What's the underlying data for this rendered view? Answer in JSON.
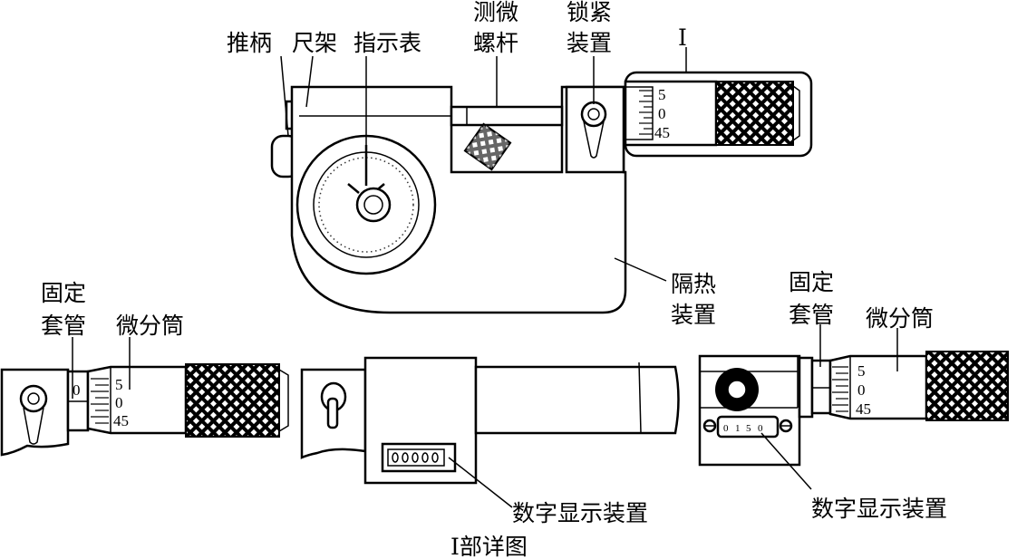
{
  "labels": {
    "push_handle": "推柄",
    "frame": "尺架",
    "indicator": "指示表",
    "micrometer_screw_1": "测微",
    "micrometer_screw_2": "螺杆",
    "locking_1": "锁紧",
    "locking_2": "装置",
    "detail_mark": "I",
    "insulation_1": "隔热",
    "insulation_2": "装置",
    "left_sleeve_1": "固定",
    "left_sleeve_2": "套管",
    "left_thimble": "微分筒",
    "right_sleeve_1": "固定",
    "right_sleeve_2": "套管",
    "right_thimble": "微分筒",
    "digital_display_mid": "数字显示装置",
    "digital_display_right": "数字显示装置",
    "detail_caption": "I部详图"
  },
  "scales": {
    "thimble_top": "5",
    "thimble_mid": "0",
    "thimble_bottom": "45",
    "sleeve_zero": "0",
    "counter_digits": [
      "0",
      "1",
      "5",
      "0"
    ]
  }
}
